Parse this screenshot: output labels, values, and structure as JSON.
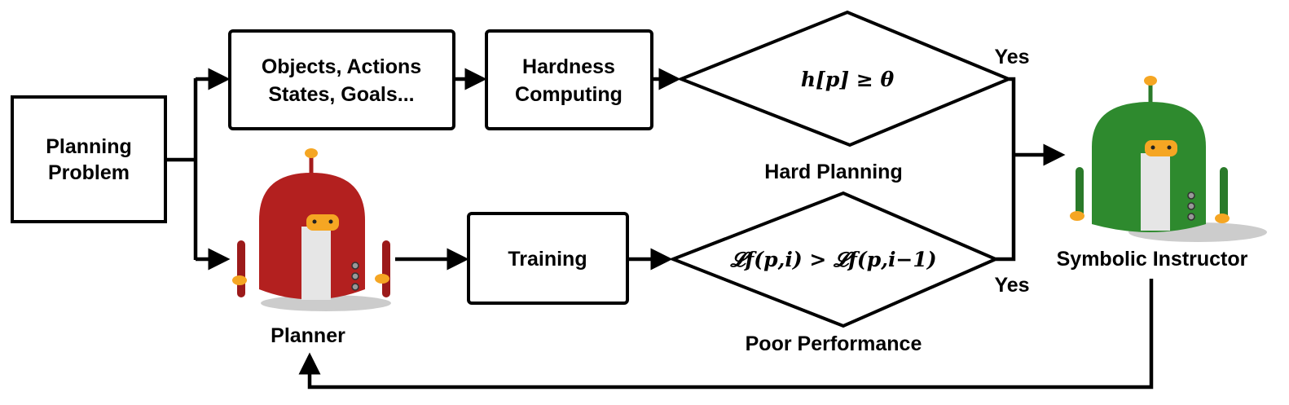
{
  "nodes": {
    "planning_problem": [
      "Planning",
      "Problem"
    ],
    "objects": [
      "Objects, Actions",
      "States, Goals..."
    ],
    "hardness": [
      "Hardness",
      "Computing"
    ],
    "training": "Training",
    "hard_condition": "h[p] ≥ θ",
    "hard_label": "Hard Planning",
    "poor_condition": "𝓛f(p,i) > 𝓛f(p,i−1)",
    "poor_label": "Poor Performance",
    "yes_top": "Yes",
    "yes_bottom": "Yes",
    "planner": "Planner",
    "instructor": "Symbolic Instructor"
  },
  "colors": {
    "planner_robot": "#b3201f",
    "instructor_robot": "#2e8a2e",
    "accent": "#f5a623"
  }
}
